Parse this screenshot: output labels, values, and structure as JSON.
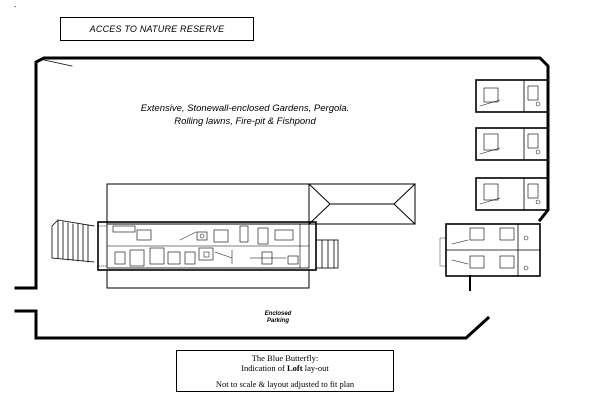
{
  "access_label": "ACCES TO NATURE RESERVE",
  "gardens_text": {
    "line1": "Extensive, Stonewall-enclosed Gardens, Pergola.",
    "line2": "Rolling lawns, Fire-pit & Fishpond"
  },
  "parking_text": {
    "line1": "Enclosed",
    "line2": "Parking"
  },
  "legend": {
    "line1": "The Blue Butterfly:",
    "line2_prefix": "Indication of ",
    "line2_bold": "Loft",
    "line2_suffix": " lay-out",
    "line3": "Not to scale & layout adjusted to fit plan"
  },
  "corner_mark": "-"
}
